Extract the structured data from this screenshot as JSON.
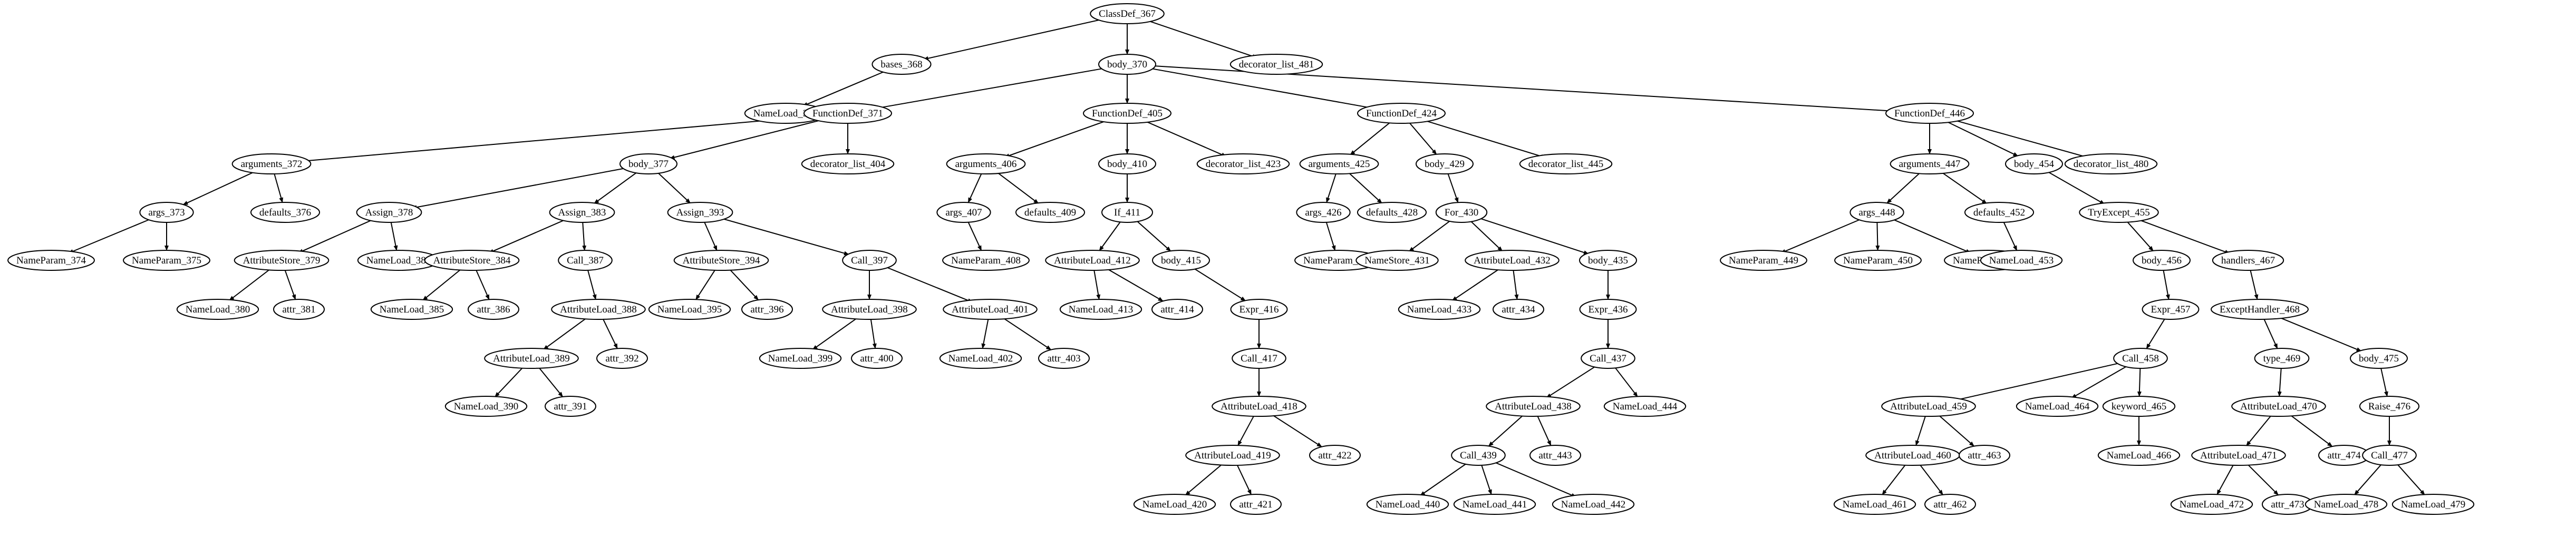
{
  "nodes": [
    {
      "id": "n367",
      "label": "ClassDef_367"
    },
    {
      "id": "n368",
      "label": "bases_368"
    },
    {
      "id": "n369",
      "label": "NameLoad_369"
    },
    {
      "id": "n370",
      "label": "body_370"
    },
    {
      "id": "n371",
      "label": "FunctionDef_371"
    },
    {
      "id": "n372",
      "label": "arguments_372"
    },
    {
      "id": "n373",
      "label": "args_373"
    },
    {
      "id": "n374",
      "label": "NameParam_374"
    },
    {
      "id": "n375",
      "label": "NameParam_375"
    },
    {
      "id": "n376",
      "label": "defaults_376"
    },
    {
      "id": "n377",
      "label": "body_377"
    },
    {
      "id": "n378",
      "label": "Assign_378"
    },
    {
      "id": "n379",
      "label": "AttributeStore_379"
    },
    {
      "id": "n380",
      "label": "NameLoad_380"
    },
    {
      "id": "n381",
      "label": "attr_381"
    },
    {
      "id": "n382",
      "label": "NameLoad_382"
    },
    {
      "id": "n383",
      "label": "Assign_383"
    },
    {
      "id": "n384",
      "label": "AttributeStore_384"
    },
    {
      "id": "n385",
      "label": "NameLoad_385"
    },
    {
      "id": "n386",
      "label": "attr_386"
    },
    {
      "id": "n387",
      "label": "Call_387"
    },
    {
      "id": "n388",
      "label": "AttributeLoad_388"
    },
    {
      "id": "n389",
      "label": "AttributeLoad_389"
    },
    {
      "id": "n390",
      "label": "NameLoad_390"
    },
    {
      "id": "n391",
      "label": "attr_391"
    },
    {
      "id": "n392",
      "label": "attr_392"
    },
    {
      "id": "n393",
      "label": "Assign_393"
    },
    {
      "id": "n394",
      "label": "AttributeStore_394"
    },
    {
      "id": "n395",
      "label": "NameLoad_395"
    },
    {
      "id": "n396",
      "label": "attr_396"
    },
    {
      "id": "n397",
      "label": "Call_397"
    },
    {
      "id": "n398",
      "label": "AttributeLoad_398"
    },
    {
      "id": "n399",
      "label": "NameLoad_399"
    },
    {
      "id": "n400",
      "label": "attr_400"
    },
    {
      "id": "n401",
      "label": "AttributeLoad_401"
    },
    {
      "id": "n402",
      "label": "NameLoad_402"
    },
    {
      "id": "n403",
      "label": "attr_403"
    },
    {
      "id": "n404",
      "label": "decorator_list_404"
    },
    {
      "id": "n405",
      "label": "FunctionDef_405"
    },
    {
      "id": "n406",
      "label": "arguments_406"
    },
    {
      "id": "n407",
      "label": "args_407"
    },
    {
      "id": "n408",
      "label": "NameParam_408"
    },
    {
      "id": "n409",
      "label": "defaults_409"
    },
    {
      "id": "n410",
      "label": "body_410"
    },
    {
      "id": "n411",
      "label": "If_411"
    },
    {
      "id": "n412",
      "label": "AttributeLoad_412"
    },
    {
      "id": "n413",
      "label": "NameLoad_413"
    },
    {
      "id": "n414",
      "label": "attr_414"
    },
    {
      "id": "n415",
      "label": "body_415"
    },
    {
      "id": "n416",
      "label": "Expr_416"
    },
    {
      "id": "n417",
      "label": "Call_417"
    },
    {
      "id": "n418",
      "label": "AttributeLoad_418"
    },
    {
      "id": "n419",
      "label": "AttributeLoad_419"
    },
    {
      "id": "n420",
      "label": "NameLoad_420"
    },
    {
      "id": "n421",
      "label": "attr_421"
    },
    {
      "id": "n422",
      "label": "attr_422"
    },
    {
      "id": "n423",
      "label": "decorator_list_423"
    },
    {
      "id": "n424",
      "label": "FunctionDef_424"
    },
    {
      "id": "n425",
      "label": "arguments_425"
    },
    {
      "id": "n426",
      "label": "args_426"
    },
    {
      "id": "n427",
      "label": "NameParam_427"
    },
    {
      "id": "n428",
      "label": "defaults_428"
    },
    {
      "id": "n429",
      "label": "body_429"
    },
    {
      "id": "n430",
      "label": "For_430"
    },
    {
      "id": "n431",
      "label": "NameStore_431"
    },
    {
      "id": "n432",
      "label": "AttributeLoad_432"
    },
    {
      "id": "n433",
      "label": "NameLoad_433"
    },
    {
      "id": "n434",
      "label": "attr_434"
    },
    {
      "id": "n435",
      "label": "body_435"
    },
    {
      "id": "n436",
      "label": "Expr_436"
    },
    {
      "id": "n437",
      "label": "Call_437"
    },
    {
      "id": "n438",
      "label": "AttributeLoad_438"
    },
    {
      "id": "n439",
      "label": "Call_439"
    },
    {
      "id": "n440",
      "label": "NameLoad_440"
    },
    {
      "id": "n441",
      "label": "NameLoad_441"
    },
    {
      "id": "n442",
      "label": "NameLoad_442"
    },
    {
      "id": "n443",
      "label": "attr_443"
    },
    {
      "id": "n444",
      "label": "NameLoad_444"
    },
    {
      "id": "n445",
      "label": "decorator_list_445"
    },
    {
      "id": "n446",
      "label": "FunctionDef_446"
    },
    {
      "id": "n447",
      "label": "arguments_447"
    },
    {
      "id": "n448",
      "label": "args_448"
    },
    {
      "id": "n449",
      "label": "NameParam_449"
    },
    {
      "id": "n450",
      "label": "NameParam_450"
    },
    {
      "id": "n451",
      "label": "NameParam_451"
    },
    {
      "id": "n452",
      "label": "defaults_452"
    },
    {
      "id": "n453",
      "label": "NameLoad_453"
    },
    {
      "id": "n454",
      "label": "body_454"
    },
    {
      "id": "n455",
      "label": "TryExcept_455"
    },
    {
      "id": "n456",
      "label": "body_456"
    },
    {
      "id": "n457",
      "label": "Expr_457"
    },
    {
      "id": "n458",
      "label": "Call_458"
    },
    {
      "id": "n459",
      "label": "AttributeLoad_459"
    },
    {
      "id": "n460",
      "label": "AttributeLoad_460"
    },
    {
      "id": "n461",
      "label": "NameLoad_461"
    },
    {
      "id": "n462",
      "label": "attr_462"
    },
    {
      "id": "n463",
      "label": "attr_463"
    },
    {
      "id": "n464",
      "label": "NameLoad_464"
    },
    {
      "id": "n465",
      "label": "keyword_465"
    },
    {
      "id": "n466",
      "label": "NameLoad_466"
    },
    {
      "id": "n467",
      "label": "handlers_467"
    },
    {
      "id": "n468",
      "label": "ExceptHandler_468"
    },
    {
      "id": "n469",
      "label": "type_469"
    },
    {
      "id": "n470",
      "label": "AttributeLoad_470"
    },
    {
      "id": "n471",
      "label": "AttributeLoad_471"
    },
    {
      "id": "n472",
      "label": "NameLoad_472"
    },
    {
      "id": "n473",
      "label": "attr_473"
    },
    {
      "id": "n474",
      "label": "attr_474"
    },
    {
      "id": "n475",
      "label": "body_475"
    },
    {
      "id": "n476",
      "label": "Raise_476"
    },
    {
      "id": "n477",
      "label": "Call_477"
    },
    {
      "id": "n478",
      "label": "NameLoad_478"
    },
    {
      "id": "n479",
      "label": "NameLoad_479"
    },
    {
      "id": "n480",
      "label": "decorator_list_480"
    },
    {
      "id": "n481",
      "label": "decorator_list_481"
    }
  ],
  "edges": [
    [
      "n367",
      "n368"
    ],
    [
      "n367",
      "n370"
    ],
    [
      "n367",
      "n481"
    ],
    [
      "n368",
      "n369"
    ],
    [
      "n370",
      "n371"
    ],
    [
      "n370",
      "n405"
    ],
    [
      "n370",
      "n424"
    ],
    [
      "n370",
      "n446"
    ],
    [
      "n371",
      "n372"
    ],
    [
      "n371",
      "n377"
    ],
    [
      "n371",
      "n404"
    ],
    [
      "n372",
      "n373"
    ],
    [
      "n372",
      "n376"
    ],
    [
      "n373",
      "n374"
    ],
    [
      "n373",
      "n375"
    ],
    [
      "n377",
      "n378"
    ],
    [
      "n377",
      "n383"
    ],
    [
      "n377",
      "n393"
    ],
    [
      "n378",
      "n379"
    ],
    [
      "n378",
      "n382"
    ],
    [
      "n379",
      "n380"
    ],
    [
      "n379",
      "n381"
    ],
    [
      "n383",
      "n384"
    ],
    [
      "n383",
      "n387"
    ],
    [
      "n384",
      "n385"
    ],
    [
      "n384",
      "n386"
    ],
    [
      "n387",
      "n388"
    ],
    [
      "n388",
      "n389"
    ],
    [
      "n388",
      "n392"
    ],
    [
      "n389",
      "n390"
    ],
    [
      "n389",
      "n391"
    ],
    [
      "n393",
      "n394"
    ],
    [
      "n393",
      "n397"
    ],
    [
      "n394",
      "n395"
    ],
    [
      "n394",
      "n396"
    ],
    [
      "n397",
      "n398"
    ],
    [
      "n397",
      "n401"
    ],
    [
      "n398",
      "n399"
    ],
    [
      "n398",
      "n400"
    ],
    [
      "n401",
      "n402"
    ],
    [
      "n401",
      "n403"
    ],
    [
      "n405",
      "n406"
    ],
    [
      "n405",
      "n410"
    ],
    [
      "n405",
      "n423"
    ],
    [
      "n406",
      "n407"
    ],
    [
      "n406",
      "n409"
    ],
    [
      "n407",
      "n408"
    ],
    [
      "n410",
      "n411"
    ],
    [
      "n411",
      "n412"
    ],
    [
      "n411",
      "n415"
    ],
    [
      "n412",
      "n413"
    ],
    [
      "n412",
      "n414"
    ],
    [
      "n415",
      "n416"
    ],
    [
      "n416",
      "n417"
    ],
    [
      "n417",
      "n418"
    ],
    [
      "n418",
      "n419"
    ],
    [
      "n418",
      "n422"
    ],
    [
      "n419",
      "n420"
    ],
    [
      "n419",
      "n421"
    ],
    [
      "n424",
      "n425"
    ],
    [
      "n424",
      "n429"
    ],
    [
      "n424",
      "n445"
    ],
    [
      "n425",
      "n426"
    ],
    [
      "n425",
      "n428"
    ],
    [
      "n426",
      "n427"
    ],
    [
      "n429",
      "n430"
    ],
    [
      "n430",
      "n431"
    ],
    [
      "n430",
      "n432"
    ],
    [
      "n430",
      "n435"
    ],
    [
      "n432",
      "n433"
    ],
    [
      "n432",
      "n434"
    ],
    [
      "n435",
      "n436"
    ],
    [
      "n436",
      "n437"
    ],
    [
      "n437",
      "n438"
    ],
    [
      "n437",
      "n444"
    ],
    [
      "n438",
      "n439"
    ],
    [
      "n438",
      "n443"
    ],
    [
      "n439",
      "n440"
    ],
    [
      "n439",
      "n441"
    ],
    [
      "n439",
      "n442"
    ],
    [
      "n446",
      "n447"
    ],
    [
      "n446",
      "n454"
    ],
    [
      "n446",
      "n480"
    ],
    [
      "n447",
      "n448"
    ],
    [
      "n447",
      "n452"
    ],
    [
      "n448",
      "n449"
    ],
    [
      "n448",
      "n450"
    ],
    [
      "n448",
      "n451"
    ],
    [
      "n452",
      "n453"
    ],
    [
      "n454",
      "n455"
    ],
    [
      "n455",
      "n456"
    ],
    [
      "n455",
      "n467"
    ],
    [
      "n456",
      "n457"
    ],
    [
      "n457",
      "n458"
    ],
    [
      "n458",
      "n459"
    ],
    [
      "n458",
      "n464"
    ],
    [
      "n458",
      "n465"
    ],
    [
      "n459",
      "n460"
    ],
    [
      "n459",
      "n463"
    ],
    [
      "n460",
      "n461"
    ],
    [
      "n460",
      "n462"
    ],
    [
      "n465",
      "n466"
    ],
    [
      "n467",
      "n468"
    ],
    [
      "n468",
      "n469"
    ],
    [
      "n468",
      "n475"
    ],
    [
      "n469",
      "n470"
    ],
    [
      "n470",
      "n471"
    ],
    [
      "n470",
      "n474"
    ],
    [
      "n471",
      "n472"
    ],
    [
      "n471",
      "n473"
    ],
    [
      "n475",
      "n476"
    ],
    [
      "n476",
      "n477"
    ],
    [
      "n477",
      "n478"
    ],
    [
      "n477",
      "n479"
    ]
  ]
}
